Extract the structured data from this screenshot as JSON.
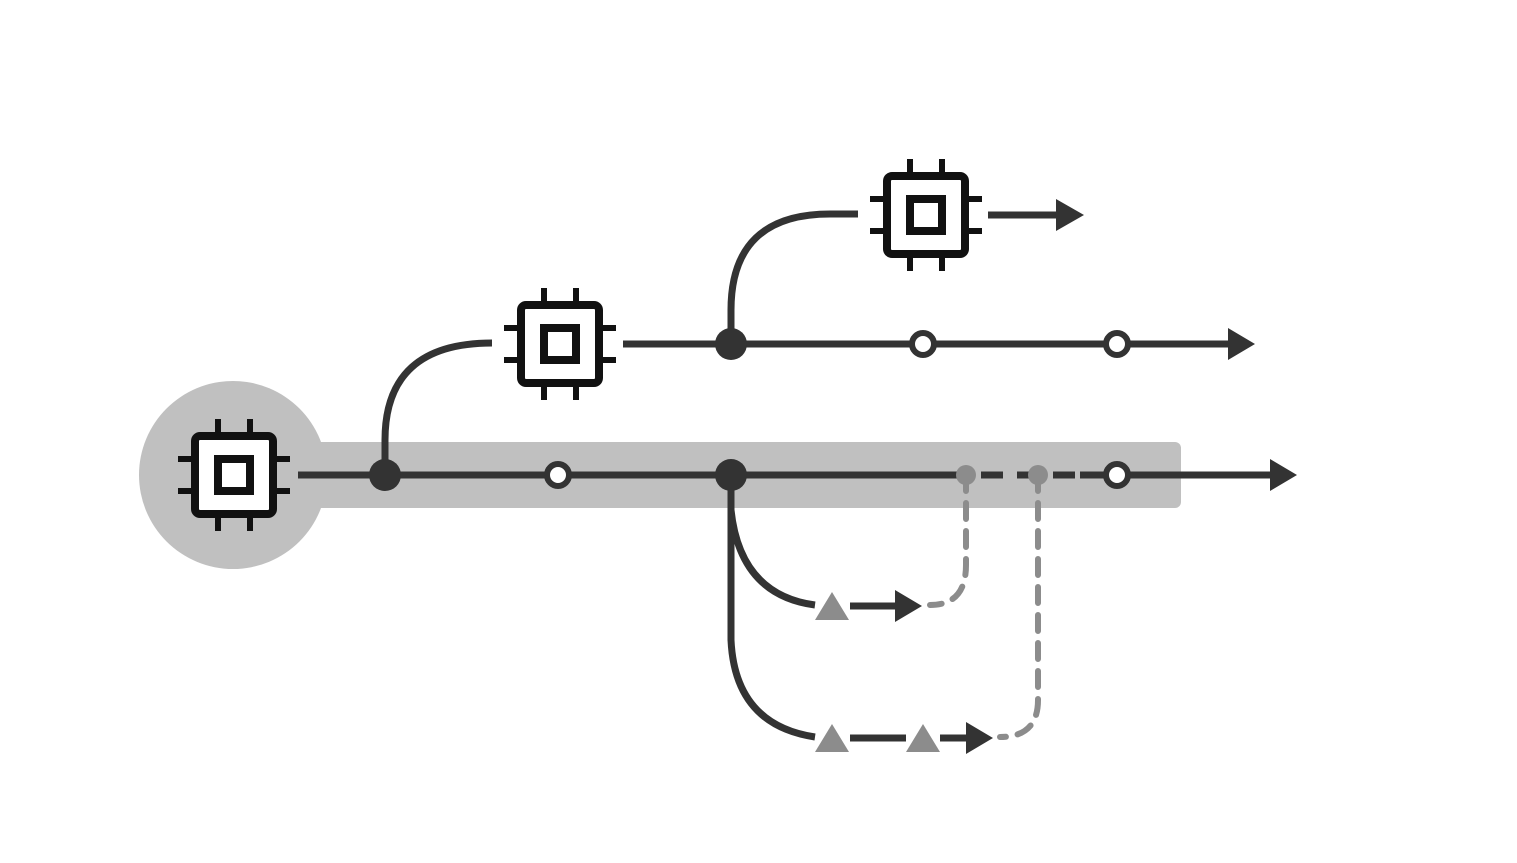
{
  "diagram": {
    "type": "branch-timeline",
    "colors": {
      "line": "#333333",
      "icon": "#111111",
      "highlight": "#c0c0c0",
      "muted": "#8c8c8c",
      "background": "#ffffff"
    },
    "icons": [
      "chip-icon",
      "chip-icon",
      "chip-icon"
    ],
    "node_kinds": [
      "branch-point",
      "commit",
      "merge-source",
      "pending-commit",
      "active-branch-node"
    ],
    "branches": [
      {
        "id": "main",
        "highlighted": true,
        "icon": "chip-icon",
        "open_commits": 2,
        "pending_commits": 2
      },
      {
        "id": "upper",
        "highlighted": false,
        "icon": "chip-icon",
        "open_commits": 2
      },
      {
        "id": "top",
        "highlighted": false,
        "icon": "chip-icon",
        "open_commits": 0
      },
      {
        "id": "lower-1",
        "highlighted": false,
        "triangles": 1,
        "merges_into": "main"
      },
      {
        "id": "lower-2",
        "highlighted": false,
        "triangles": 2,
        "merges_into": "main"
      }
    ]
  }
}
